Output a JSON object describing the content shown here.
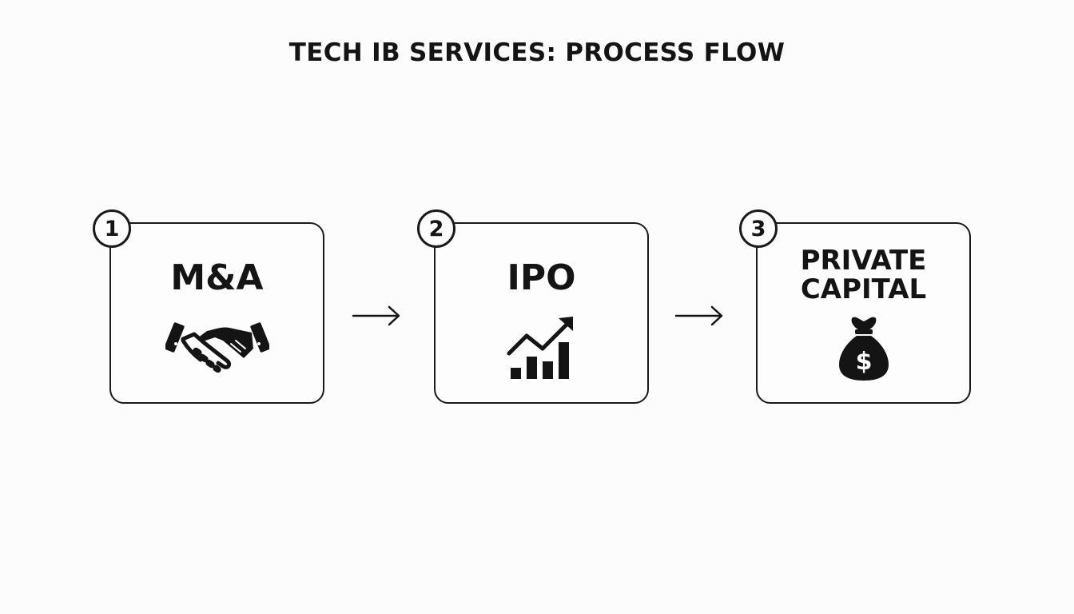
{
  "title": "TECH IB SERVICES: PROCESS FLOW",
  "steps": [
    {
      "number": "1",
      "label": "M&A",
      "icon": "handshake-icon"
    },
    {
      "number": "2",
      "label": "IPO",
      "icon": "growth-chart-icon"
    },
    {
      "number": "3",
      "label": "PRIVATE\nCAPITAL",
      "icon": "money-bag-icon"
    }
  ],
  "connectors": [
    "arrow-right",
    "arrow-right"
  ],
  "colors": {
    "ink": "#141414",
    "background": "#fcfcfc"
  }
}
